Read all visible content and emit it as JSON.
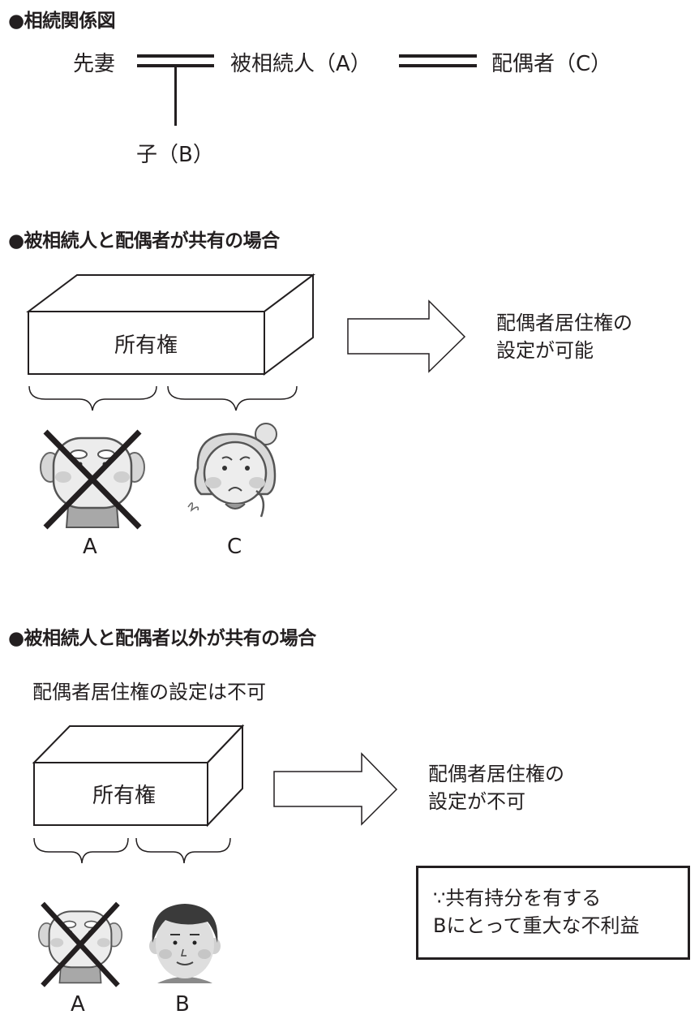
{
  "section1": {
    "heading": "●相続関係図",
    "former_wife": "先妻",
    "decedent": "被相続人（A）",
    "spouse": "配偶者（C）",
    "child": "子（B）"
  },
  "section2": {
    "heading": "●被相続人と配偶者が共有の場合",
    "box_label": "所有権",
    "result_line1": "配偶者居住権の",
    "result_line2": "設定が可能",
    "person_left": "A",
    "person_right": "C"
  },
  "section3": {
    "heading": "●被相続人と配偶者以外が共有の場合",
    "subheading": "配偶者居住権の設定は不可",
    "box_label": "所有権",
    "result_line1": "配偶者居住権の",
    "result_line2": "設定が不可",
    "note_line1": "∵共有持分を有する",
    "note_line2": "Bにとって重大な不利益",
    "person_left": "A",
    "person_right": "B"
  },
  "colors": {
    "ink": "#231f20",
    "face_fill": "#ececec",
    "hair_gray": "#bdbdbd",
    "hair_dark": "#3a3a3a",
    "cheek": "#cfcfcf"
  }
}
